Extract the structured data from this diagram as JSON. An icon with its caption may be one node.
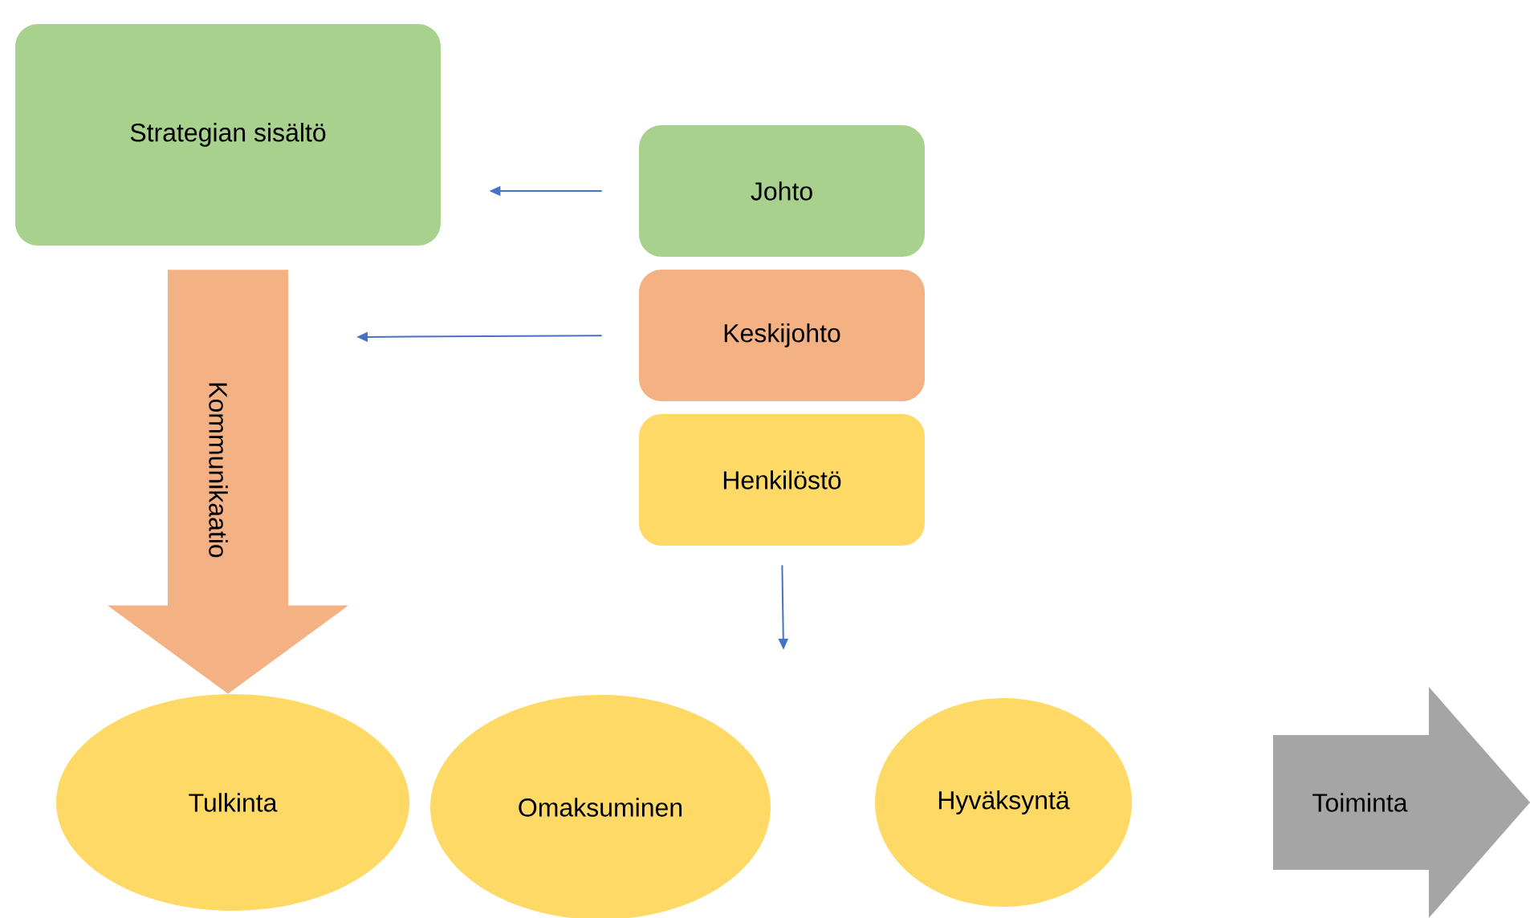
{
  "diagram": {
    "nodes": [
      {
        "text": [
          "Strategian sisältö"
        ]
      },
      {
        "text": [
          "Johto"
        ]
      },
      {
        "text": [
          "Keskijohto"
        ]
      },
      {
        "text": [
          "Henkilöstö"
        ]
      },
      {
        "text": [
          "Tulkinta"
        ]
      },
      {
        "text": [
          "Omaksuminen"
        ]
      },
      {
        "text": [
          "Hyväksyntä"
        ]
      },
      {
        "text": [
          "Toiminta"
        ]
      }
    ],
    "edges": [
      {
        "from": 0,
        "to": 4,
        "arrow": "to",
        "label": "Kommunikaatio",
        "style": "thick",
        "color": "#f4b183"
      },
      {
        "from": 1,
        "to": 0,
        "arrow": "to"
      },
      {
        "from": 2,
        "to": null,
        "arrow": "to"
      },
      {
        "from": 3,
        "to": null,
        "arrow": "to"
      }
    ]
  }
}
